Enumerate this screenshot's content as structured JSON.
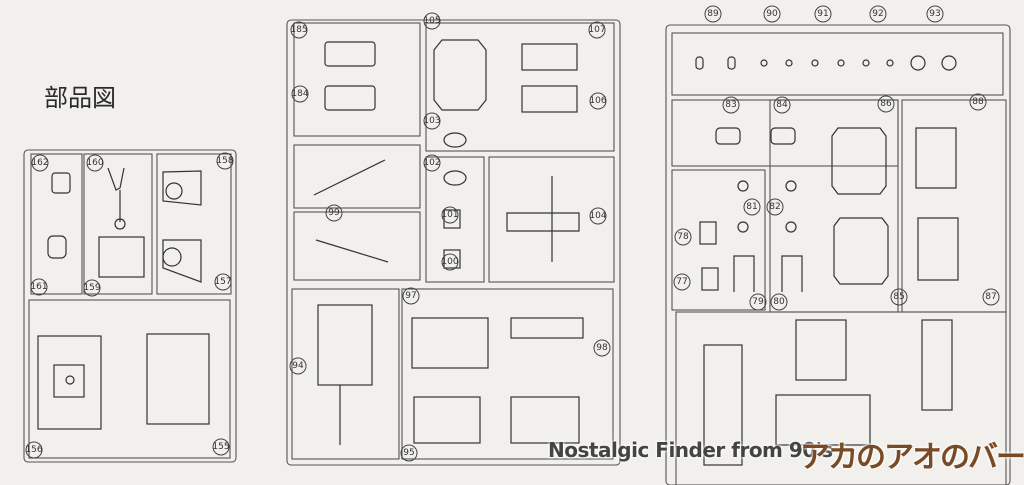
{
  "title": "部品図",
  "watermark": {
    "text": "Nostalgic Finder from 90's",
    "logo": "アカのアオのバー"
  },
  "parts": {
    "left": [
      "162",
      "160",
      "158",
      "161",
      "159",
      "157",
      "156",
      "155"
    ],
    "middle": [
      "185",
      "105",
      "107",
      "184",
      "103",
      "106",
      "102",
      "99",
      "101",
      "104",
      "100",
      "97",
      "94",
      "98",
      "95"
    ],
    "right": [
      "89",
      "90",
      "91",
      "92",
      "93",
      "83",
      "84",
      "86",
      "88",
      "81",
      "82",
      "78",
      "77",
      "79",
      "80",
      "85",
      "87"
    ]
  }
}
